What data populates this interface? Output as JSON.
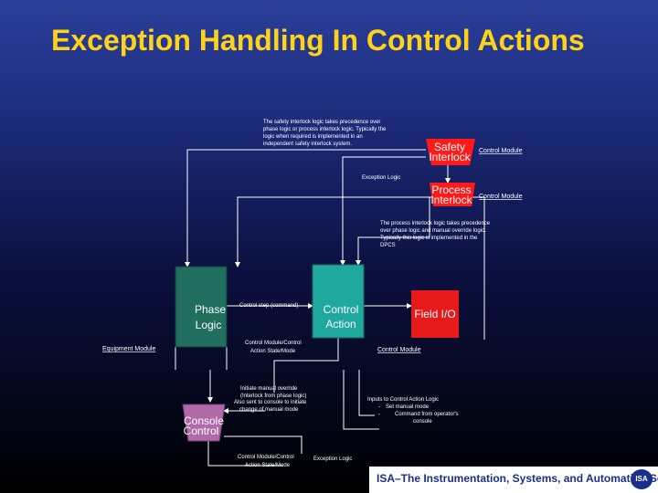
{
  "title": "Exception Handling In Control Actions",
  "notes": {
    "safety_note": [
      "The safety interlock logic takes precedence over",
      "phase logic or process interlock logic. Typically the",
      "logic when required is implemented in an",
      "independent safety interlock system."
    ],
    "process_note": [
      "The process interlock logic takes precedence",
      "over phase logic and manual override logic.",
      "Typically this logic is implemented in the",
      "DPCS"
    ],
    "override_note": [
      "Initiate manual override",
      "(Interlock from phase logic)",
      "Also sent to console to initiate",
      "change of manual mode"
    ],
    "inputs_note": {
      "title": "Inputs to Control Action Logic",
      "items": [
        "Set manual mode",
        "Command from operator's",
        "console"
      ]
    }
  },
  "boxes": {
    "safety_interlock": [
      "Safety",
      "Interlock"
    ],
    "process_interlock": [
      "Process",
      "Interlock"
    ],
    "phase_logic": [
      "Phase",
      "Logic"
    ],
    "control_action": [
      "Control",
      "Action"
    ],
    "field_io": "Field I/O",
    "console_control": [
      "Console",
      "Control"
    ]
  },
  "labels": {
    "control_module_1": "Control Module",
    "control_module_2": "Control Module",
    "control_module_3": "Control Module",
    "exception_logic_1": "Exception Logic",
    "exception_logic_2": "Exception Logic",
    "equipment_module": "Equipment Module",
    "control_step": "Control step (command)",
    "cm_state_1": [
      "Control Module/Control",
      "Action State/Mode"
    ],
    "cm_state_2": [
      "Control Module/Control",
      "Action State/Mode"
    ]
  },
  "footer": {
    "society": "ISA–The Instrumentation, Systems, and Automation Society",
    "logo": "ISA"
  },
  "colors": {
    "title": "#ffd21a",
    "interlock_red": "#ff1a1a",
    "phase_green": "#1f6e5e",
    "action_teal": "#1fa89e",
    "field_red": "#e61a1a",
    "console_purple": "#b06aa8"
  }
}
